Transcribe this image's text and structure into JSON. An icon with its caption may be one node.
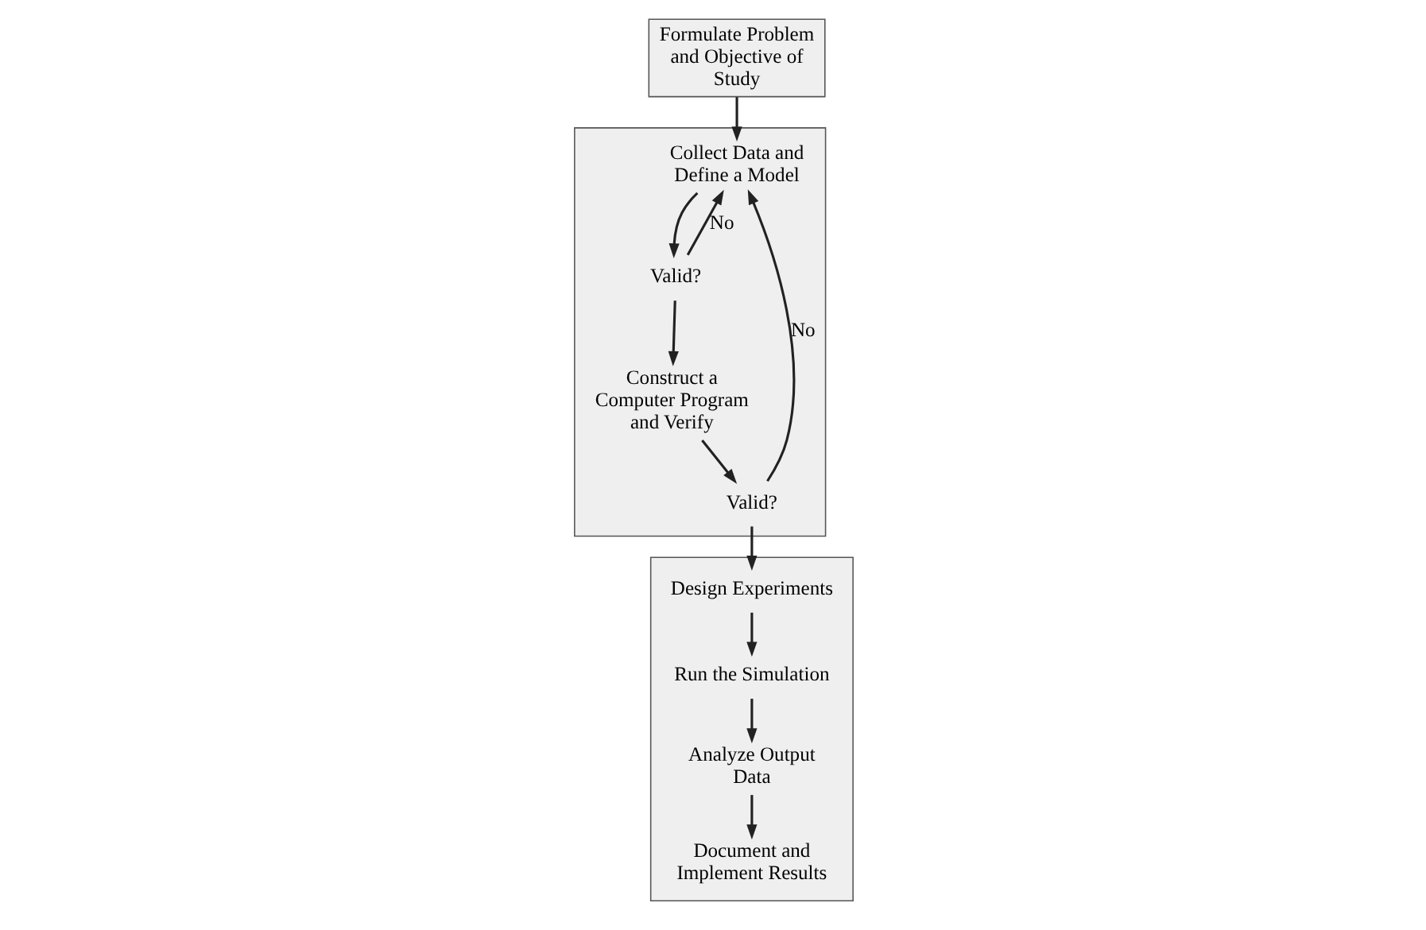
{
  "diagram": {
    "nodes": [
      {
        "text": [
          "Formulate Problem and Objective of Study"
        ]
      },
      {
        "text": [],
        "shape": "box"
      },
      {
        "text": [
          "Collect Data and Define a Model"
        ],
        "in": 1
      },
      {
        "text": [
          "Valid?"
        ],
        "in": 1
      },
      {
        "text": [
          "Construct a Computer Program and Verify"
        ],
        "in": 1
      },
      {
        "text": [
          "Valid?"
        ],
        "in": 1
      },
      {
        "text": [],
        "shape": "box"
      },
      {
        "text": [
          "Design Experiments"
        ],
        "in": 6
      },
      {
        "text": [
          "Run the Simulation"
        ],
        "in": 6
      },
      {
        "text": [
          "Analyze Output Data"
        ],
        "in": 6
      },
      {
        "text": [
          "Document and Implement Results"
        ],
        "in": 6
      }
    ],
    "edges": [
      {
        "from": 0,
        "to": 2,
        "arrow": "to"
      },
      {
        "from": 2,
        "to": 3,
        "arrow": "to"
      },
      {
        "from": 3,
        "to": 2,
        "arrow": "to",
        "label": "No"
      },
      {
        "from": 3,
        "to": 4,
        "arrow": "to"
      },
      {
        "from": 4,
        "to": 5,
        "arrow": "to"
      },
      {
        "from": 5,
        "to": 2,
        "arrow": "to",
        "label": "No"
      },
      {
        "from": 5,
        "to": 7,
        "arrow": "to"
      },
      {
        "from": 7,
        "to": 8,
        "arrow": "to"
      },
      {
        "from": 8,
        "to": 9,
        "arrow": "to"
      },
      {
        "from": 9,
        "to": 10,
        "arrow": "to"
      }
    ]
  }
}
